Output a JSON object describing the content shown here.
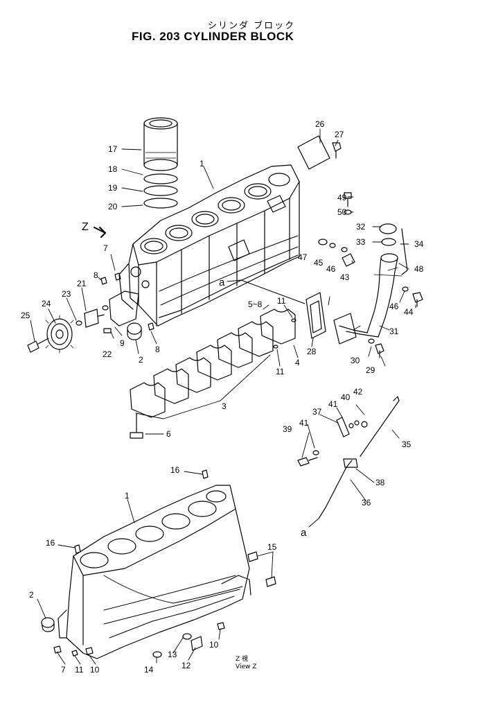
{
  "title": {
    "japanese": "シリンダ ブロック",
    "english": "FIG. 203  CYLINDER BLOCK"
  },
  "view_marker": "Z",
  "flow_marker": "a",
  "view_caption": [
    "Z 視",
    "View Z"
  ],
  "callouts": [
    {
      "id": "c1a",
      "label": "1"
    },
    {
      "id": "c17",
      "label": "17"
    },
    {
      "id": "c18",
      "label": "18"
    },
    {
      "id": "c19",
      "label": "19"
    },
    {
      "id": "c20",
      "label": "20"
    },
    {
      "id": "c26",
      "label": "26"
    },
    {
      "id": "c27",
      "label": "27"
    },
    {
      "id": "c49",
      "label": "49"
    },
    {
      "id": "c50",
      "label": "50"
    },
    {
      "id": "c32",
      "label": "32"
    },
    {
      "id": "c33",
      "label": "33"
    },
    {
      "id": "c34",
      "label": "34"
    },
    {
      "id": "c47",
      "label": "47"
    },
    {
      "id": "c45",
      "label": "45"
    },
    {
      "id": "c46a",
      "label": "46"
    },
    {
      "id": "c43",
      "label": "43"
    },
    {
      "id": "c48",
      "label": "48"
    },
    {
      "id": "c46b",
      "label": "46"
    },
    {
      "id": "c44",
      "label": "44"
    },
    {
      "id": "c31",
      "label": "31"
    },
    {
      "id": "c30",
      "label": "30"
    },
    {
      "id": "c29",
      "label": "29"
    },
    {
      "id": "c28",
      "label": "28"
    },
    {
      "id": "c7a",
      "label": "7"
    },
    {
      "id": "c8a",
      "label": "8"
    },
    {
      "id": "c21",
      "label": "21"
    },
    {
      "id": "c23",
      "label": "23"
    },
    {
      "id": "c24",
      "label": "24"
    },
    {
      "id": "c25",
      "label": "25"
    },
    {
      "id": "c9",
      "label": "9"
    },
    {
      "id": "c22",
      "label": "22"
    },
    {
      "id": "c2a",
      "label": "2"
    },
    {
      "id": "c8b",
      "label": "8"
    },
    {
      "id": "c5_8",
      "label": "5~8"
    },
    {
      "id": "c11a",
      "label": "11"
    },
    {
      "id": "c4",
      "label": "4"
    },
    {
      "id": "c11b",
      "label": "11"
    },
    {
      "id": "c3",
      "label": "3"
    },
    {
      "id": "c6",
      "label": "6"
    },
    {
      "id": "c42",
      "label": "42"
    },
    {
      "id": "c40",
      "label": "40"
    },
    {
      "id": "c41a",
      "label": "41"
    },
    {
      "id": "c37",
      "label": "37"
    },
    {
      "id": "c41b",
      "label": "41"
    },
    {
      "id": "c39",
      "label": "39"
    },
    {
      "id": "c35",
      "label": "35"
    },
    {
      "id": "c38",
      "label": "38"
    },
    {
      "id": "c36",
      "label": "36"
    },
    {
      "id": "c16a",
      "label": "16"
    },
    {
      "id": "c1b",
      "label": "1"
    },
    {
      "id": "c16b",
      "label": "16"
    },
    {
      "id": "c15",
      "label": "15"
    },
    {
      "id": "c2b",
      "label": "2"
    },
    {
      "id": "c7b",
      "label": "7"
    },
    {
      "id": "c11c",
      "label": "11"
    },
    {
      "id": "c10a",
      "label": "10"
    },
    {
      "id": "c13",
      "label": "13"
    },
    {
      "id": "c14",
      "label": "14"
    },
    {
      "id": "c12",
      "label": "12"
    },
    {
      "id": "c10b",
      "label": "10"
    }
  ]
}
